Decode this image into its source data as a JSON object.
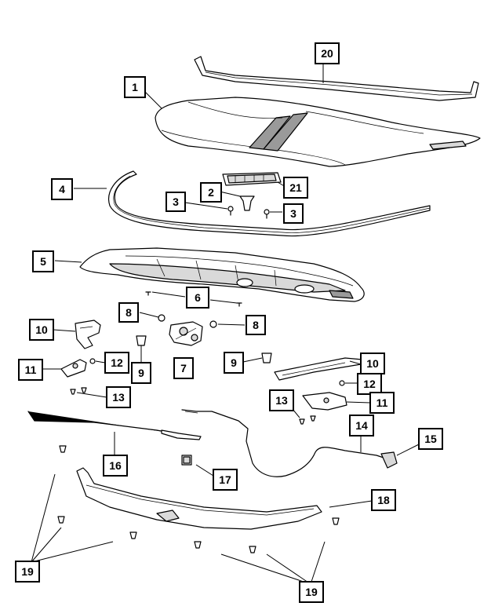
{
  "diagram": {
    "callouts": [
      {
        "id": "c20",
        "label": "20"
      },
      {
        "id": "c1",
        "label": "1"
      },
      {
        "id": "c2",
        "label": "2"
      },
      {
        "id": "c21",
        "label": "21"
      },
      {
        "id": "c4",
        "label": "4"
      },
      {
        "id": "c3a",
        "label": "3"
      },
      {
        "id": "c3b",
        "label": "3"
      },
      {
        "id": "c5",
        "label": "5"
      },
      {
        "id": "c6",
        "label": "6"
      },
      {
        "id": "c8a",
        "label": "8"
      },
      {
        "id": "c8b",
        "label": "8"
      },
      {
        "id": "c10a",
        "label": "10"
      },
      {
        "id": "c12a",
        "label": "12"
      },
      {
        "id": "c9a",
        "label": "9"
      },
      {
        "id": "c7",
        "label": "7"
      },
      {
        "id": "c9b",
        "label": "9"
      },
      {
        "id": "c10b",
        "label": "10"
      },
      {
        "id": "c11a",
        "label": "11"
      },
      {
        "id": "c13a",
        "label": "13"
      },
      {
        "id": "c12b",
        "label": "12"
      },
      {
        "id": "c13b",
        "label": "13"
      },
      {
        "id": "c11b",
        "label": "11"
      },
      {
        "id": "c14",
        "label": "14"
      },
      {
        "id": "c15",
        "label": "15"
      },
      {
        "id": "c16",
        "label": "16"
      },
      {
        "id": "c17",
        "label": "17"
      },
      {
        "id": "c18",
        "label": "18"
      },
      {
        "id": "c19a",
        "label": "19"
      },
      {
        "id": "c19b",
        "label": "19"
      }
    ]
  }
}
